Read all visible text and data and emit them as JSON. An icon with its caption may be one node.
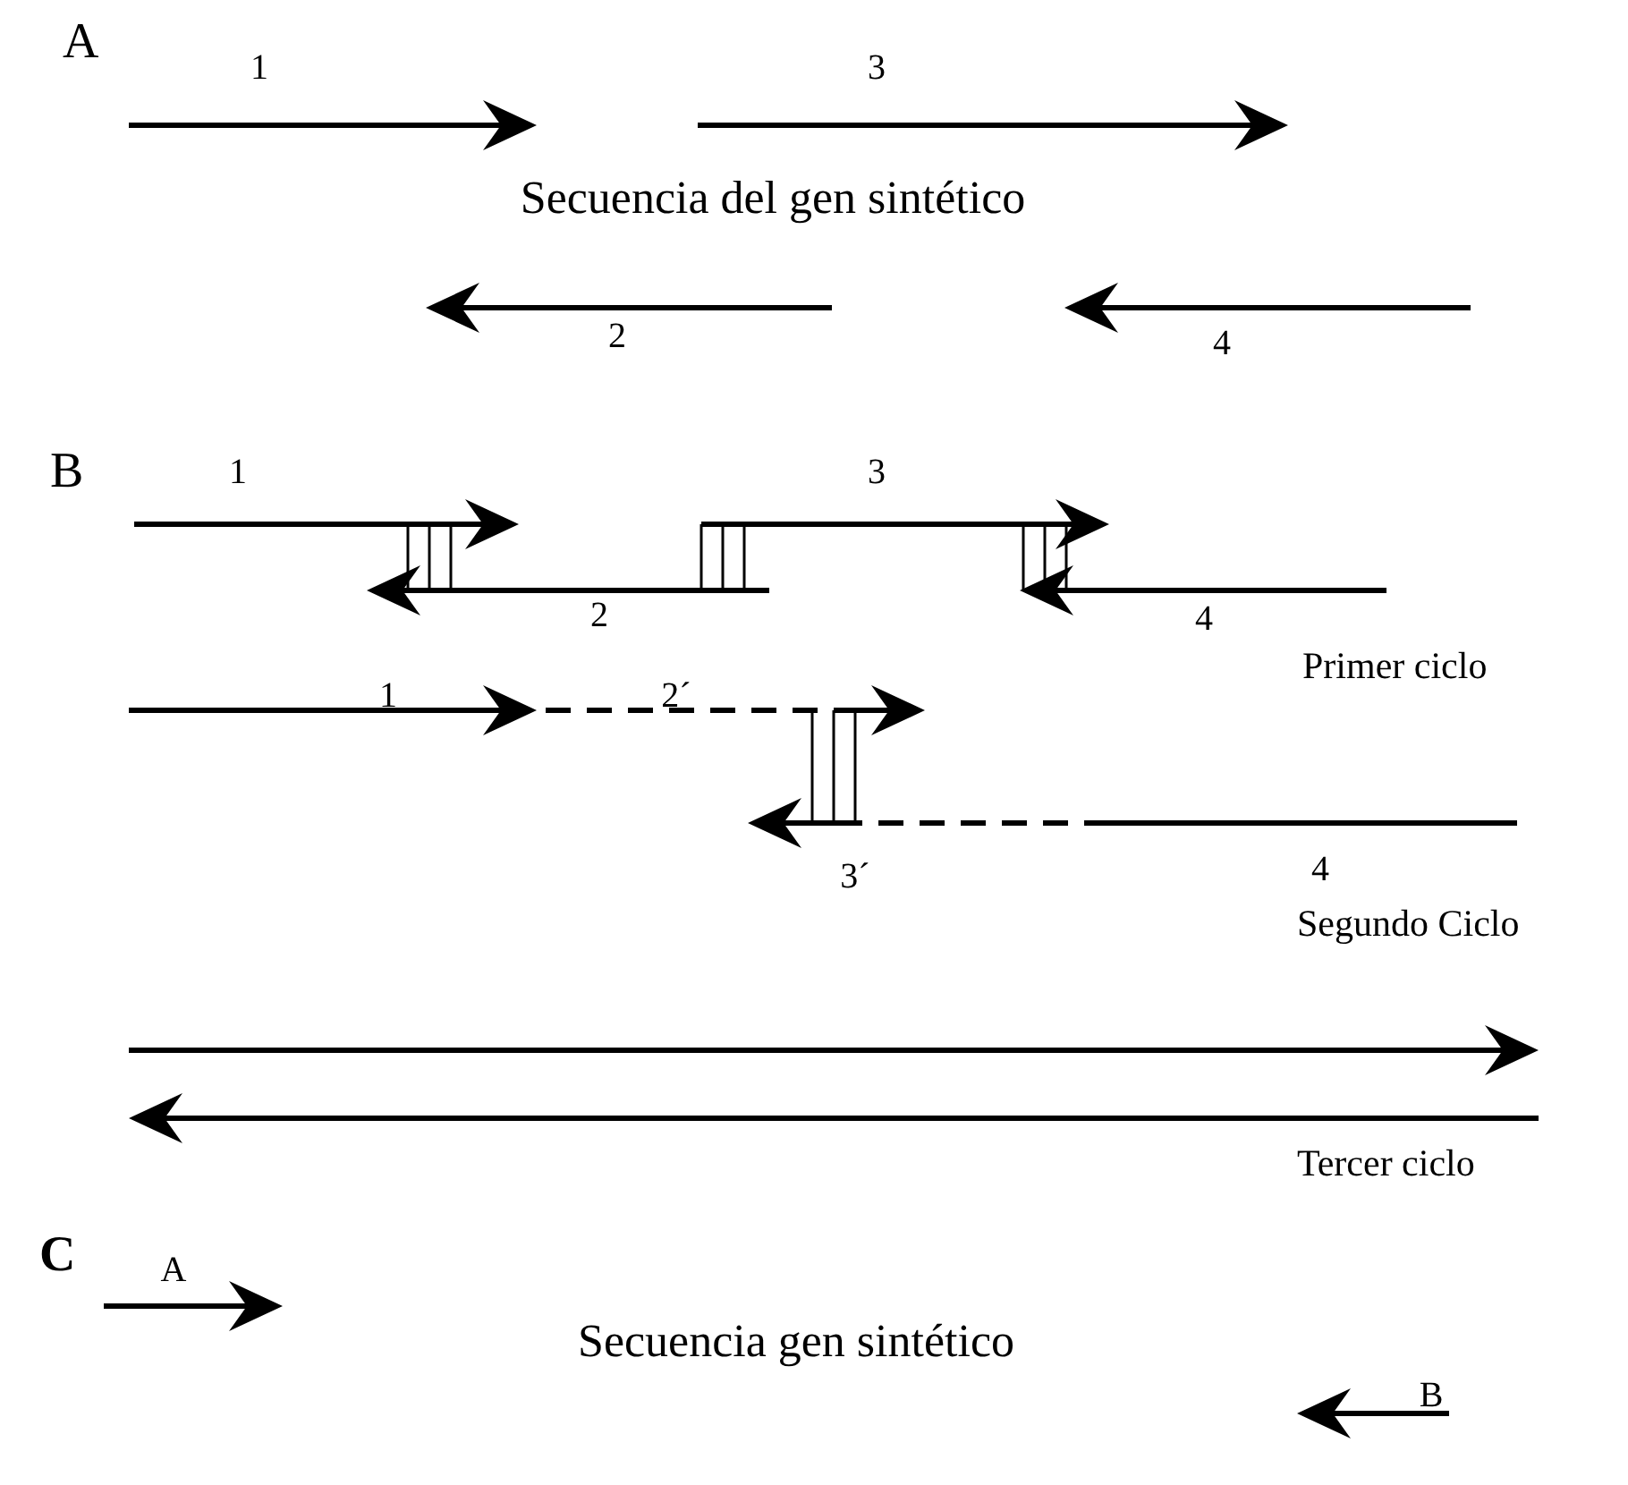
{
  "diagram": {
    "labels": [
      "A",
      "1",
      "3",
      "Secuencia del gen sintético",
      "2",
      "4",
      "B",
      "1",
      "3",
      "2",
      "4",
      "Primer ciclo",
      "1",
      "2´",
      "3´",
      "4",
      "Segundo Ciclo",
      "Tercer ciclo",
      "C",
      "A",
      "Secuencia gen sintético",
      "B"
    ]
  }
}
